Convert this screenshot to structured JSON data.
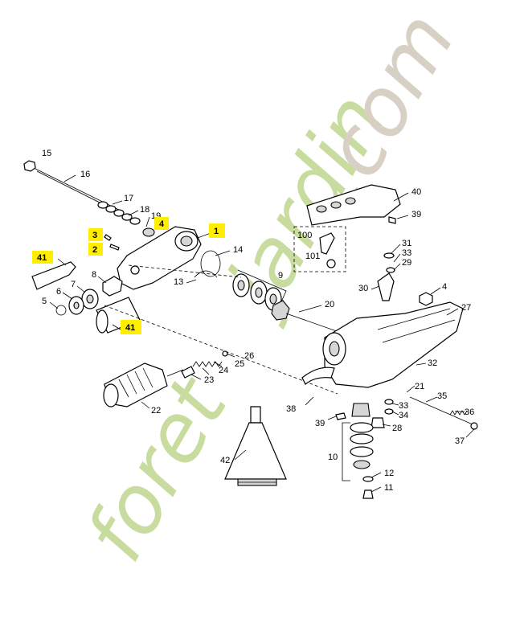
{
  "watermark": {
    "prefix": "foret",
    "suffix": "jardin",
    "domain": ".com",
    "color_green": "#c8dca0",
    "color_orange": "#f4c79a",
    "color_grey": "#d8d0c4"
  },
  "highlight_color": "#ffee00",
  "labels": [
    {
      "id": "15",
      "text": "15"
    },
    {
      "id": "16",
      "text": "16"
    },
    {
      "id": "17",
      "text": "17"
    },
    {
      "id": "18",
      "text": "18"
    },
    {
      "id": "19",
      "text": "19"
    },
    {
      "id": "4a",
      "text": "4",
      "highlight": true
    },
    {
      "id": "3",
      "text": "3",
      "highlight": true
    },
    {
      "id": "2",
      "text": "2",
      "highlight": true
    },
    {
      "id": "1",
      "text": "1",
      "highlight": true
    },
    {
      "id": "14",
      "text": "14"
    },
    {
      "id": "41a",
      "text": "41",
      "highlight": true
    },
    {
      "id": "41b",
      "text": "41",
      "highlight": true
    },
    {
      "id": "8",
      "text": "8"
    },
    {
      "id": "7",
      "text": "7"
    },
    {
      "id": "6",
      "text": "6"
    },
    {
      "id": "5",
      "text": "5"
    },
    {
      "id": "13",
      "text": "13"
    },
    {
      "id": "9",
      "text": "9"
    },
    {
      "id": "20",
      "text": "20"
    },
    {
      "id": "26",
      "text": "26"
    },
    {
      "id": "25",
      "text": "25"
    },
    {
      "id": "24",
      "text": "24"
    },
    {
      "id": "23",
      "text": "23"
    },
    {
      "id": "22",
      "text": "22"
    },
    {
      "id": "42",
      "text": "42"
    },
    {
      "id": "40",
      "text": "40"
    },
    {
      "id": "39a",
      "text": "39"
    },
    {
      "id": "100",
      "text": "100"
    },
    {
      "id": "101",
      "text": "101"
    },
    {
      "id": "31",
      "text": "31"
    },
    {
      "id": "33a",
      "text": "33"
    },
    {
      "id": "29",
      "text": "29"
    },
    {
      "id": "30",
      "text": "30"
    },
    {
      "id": "4b",
      "text": "4"
    },
    {
      "id": "27",
      "text": "27"
    },
    {
      "id": "32",
      "text": "32"
    },
    {
      "id": "21",
      "text": "21"
    },
    {
      "id": "35",
      "text": "35"
    },
    {
      "id": "33b",
      "text": "33"
    },
    {
      "id": "34",
      "text": "34"
    },
    {
      "id": "36",
      "text": "36"
    },
    {
      "id": "37",
      "text": "37"
    },
    {
      "id": "38",
      "text": "38"
    },
    {
      "id": "39b",
      "text": "39"
    },
    {
      "id": "28",
      "text": "28"
    },
    {
      "id": "10",
      "text": "10"
    },
    {
      "id": "12",
      "text": "12"
    },
    {
      "id": "11",
      "text": "11"
    }
  ]
}
